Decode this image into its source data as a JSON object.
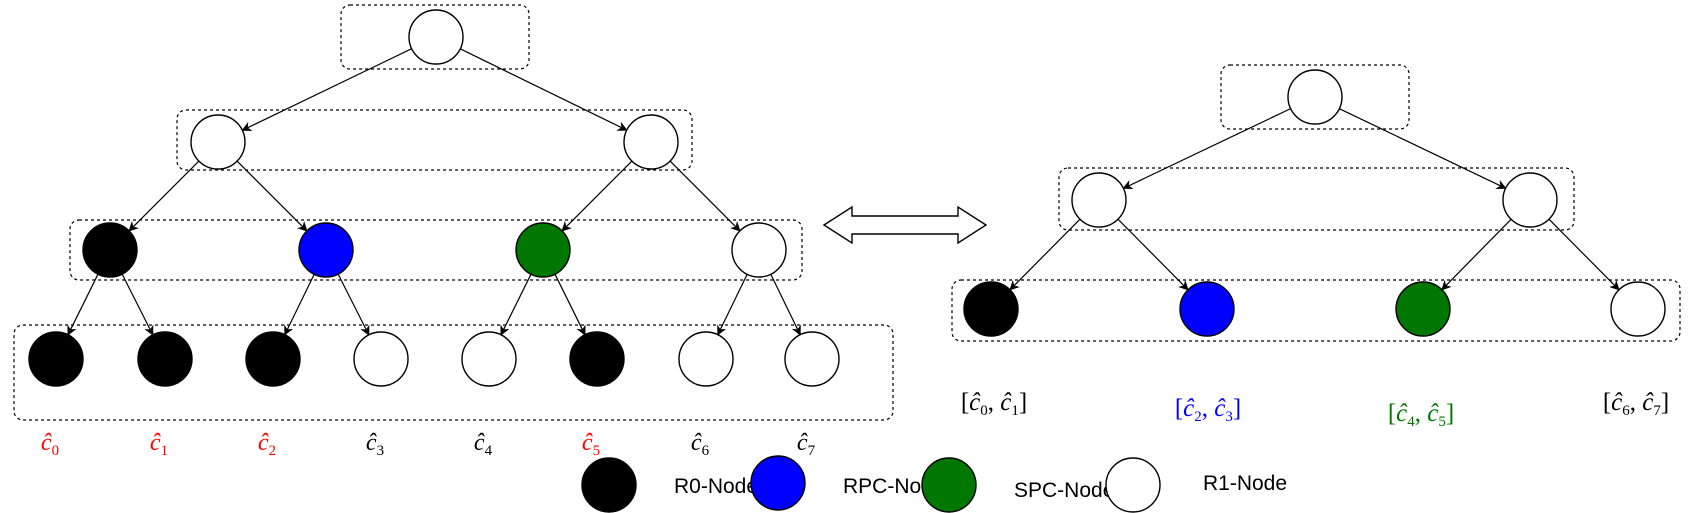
{
  "colors": {
    "R0": "#000000",
    "RPC": "#0000ff",
    "SPC": "#007700",
    "R1": "#ffffff",
    "label_red": "#ff0000",
    "label_blue": "#0000ff",
    "label_green": "#007700",
    "label_black": "#000000"
  },
  "left_tree": {
    "level_0": [
      "R1"
    ],
    "level_1": [
      "R1",
      "R1"
    ],
    "level_2": [
      "R0",
      "RPC",
      "SPC",
      "R1"
    ],
    "level_3": [
      "R0",
      "R0",
      "R0",
      "R1",
      "R1",
      "R0",
      "R1",
      "R1"
    ],
    "leaf_labels": [
      {
        "base": "ĉ",
        "sub": "0",
        "color": "red"
      },
      {
        "base": "ĉ",
        "sub": "1",
        "color": "red"
      },
      {
        "base": "ĉ",
        "sub": "2",
        "color": "red"
      },
      {
        "base": "ĉ",
        "sub": "3",
        "color": "black"
      },
      {
        "base": "ĉ",
        "sub": "4",
        "color": "black"
      },
      {
        "base": "ĉ",
        "sub": "5",
        "color": "red"
      },
      {
        "base": "ĉ",
        "sub": "6",
        "color": "black"
      },
      {
        "base": "ĉ",
        "sub": "7",
        "color": "black"
      }
    ]
  },
  "right_tree": {
    "level_0": [
      "R1"
    ],
    "level_1": [
      "R1",
      "R1"
    ],
    "level_2": [
      "R0",
      "RPC",
      "SPC",
      "R1"
    ],
    "pair_labels": [
      {
        "a": "0",
        "b": "1",
        "color": "black"
      },
      {
        "a": "2",
        "b": "3",
        "color": "blue"
      },
      {
        "a": "4",
        "b": "5",
        "color": "green"
      },
      {
        "a": "6",
        "b": "7",
        "color": "black"
      }
    ]
  },
  "legend": [
    {
      "type": "R0",
      "label": "R0-Node"
    },
    {
      "type": "RPC",
      "label": "RPC-Node"
    },
    {
      "type": "SPC",
      "label": "SPC-Node"
    },
    {
      "type": "R1",
      "label": "R1-Node"
    }
  ]
}
